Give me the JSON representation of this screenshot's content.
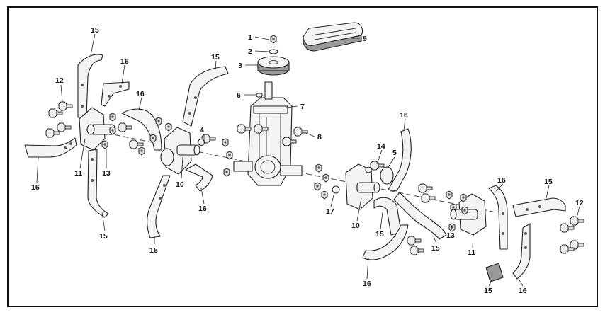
{
  "callouts": [
    {
      "id": "c1",
      "text": "1"
    },
    {
      "id": "c2",
      "text": "2"
    },
    {
      "id": "c3",
      "text": "3"
    },
    {
      "id": "c4",
      "text": "4"
    },
    {
      "id": "c5",
      "text": "5"
    },
    {
      "id": "c6",
      "text": "6"
    },
    {
      "id": "c7",
      "text": "7"
    },
    {
      "id": "c8",
      "text": "8"
    },
    {
      "id": "c9",
      "text": "9"
    },
    {
      "id": "c10a",
      "text": "10"
    },
    {
      "id": "c10b",
      "text": "10"
    },
    {
      "id": "c11a",
      "text": "11"
    },
    {
      "id": "c11b",
      "text": "11"
    },
    {
      "id": "c12a",
      "text": "12"
    },
    {
      "id": "c12b",
      "text": "12"
    },
    {
      "id": "c13a",
      "text": "13"
    },
    {
      "id": "c13b",
      "text": "13"
    },
    {
      "id": "c14",
      "text": "14"
    },
    {
      "id": "c15a",
      "text": "15"
    },
    {
      "id": "c15b",
      "text": "15"
    },
    {
      "id": "c15c",
      "text": "15"
    },
    {
      "id": "c15d",
      "text": "15"
    },
    {
      "id": "c15e",
      "text": "15"
    },
    {
      "id": "c15f",
      "text": "15"
    },
    {
      "id": "c15g",
      "text": "15"
    },
    {
      "id": "c15h",
      "text": "15"
    },
    {
      "id": "c16a",
      "text": "16"
    },
    {
      "id": "c16b",
      "text": "16"
    },
    {
      "id": "c16c",
      "text": "16"
    },
    {
      "id": "c16d",
      "text": "16"
    },
    {
      "id": "c16e",
      "text": "16"
    },
    {
      "id": "c16f",
      "text": "16"
    },
    {
      "id": "c16g",
      "text": "16"
    },
    {
      "id": "c16h",
      "text": "16"
    },
    {
      "id": "c17",
      "text": "17"
    }
  ]
}
